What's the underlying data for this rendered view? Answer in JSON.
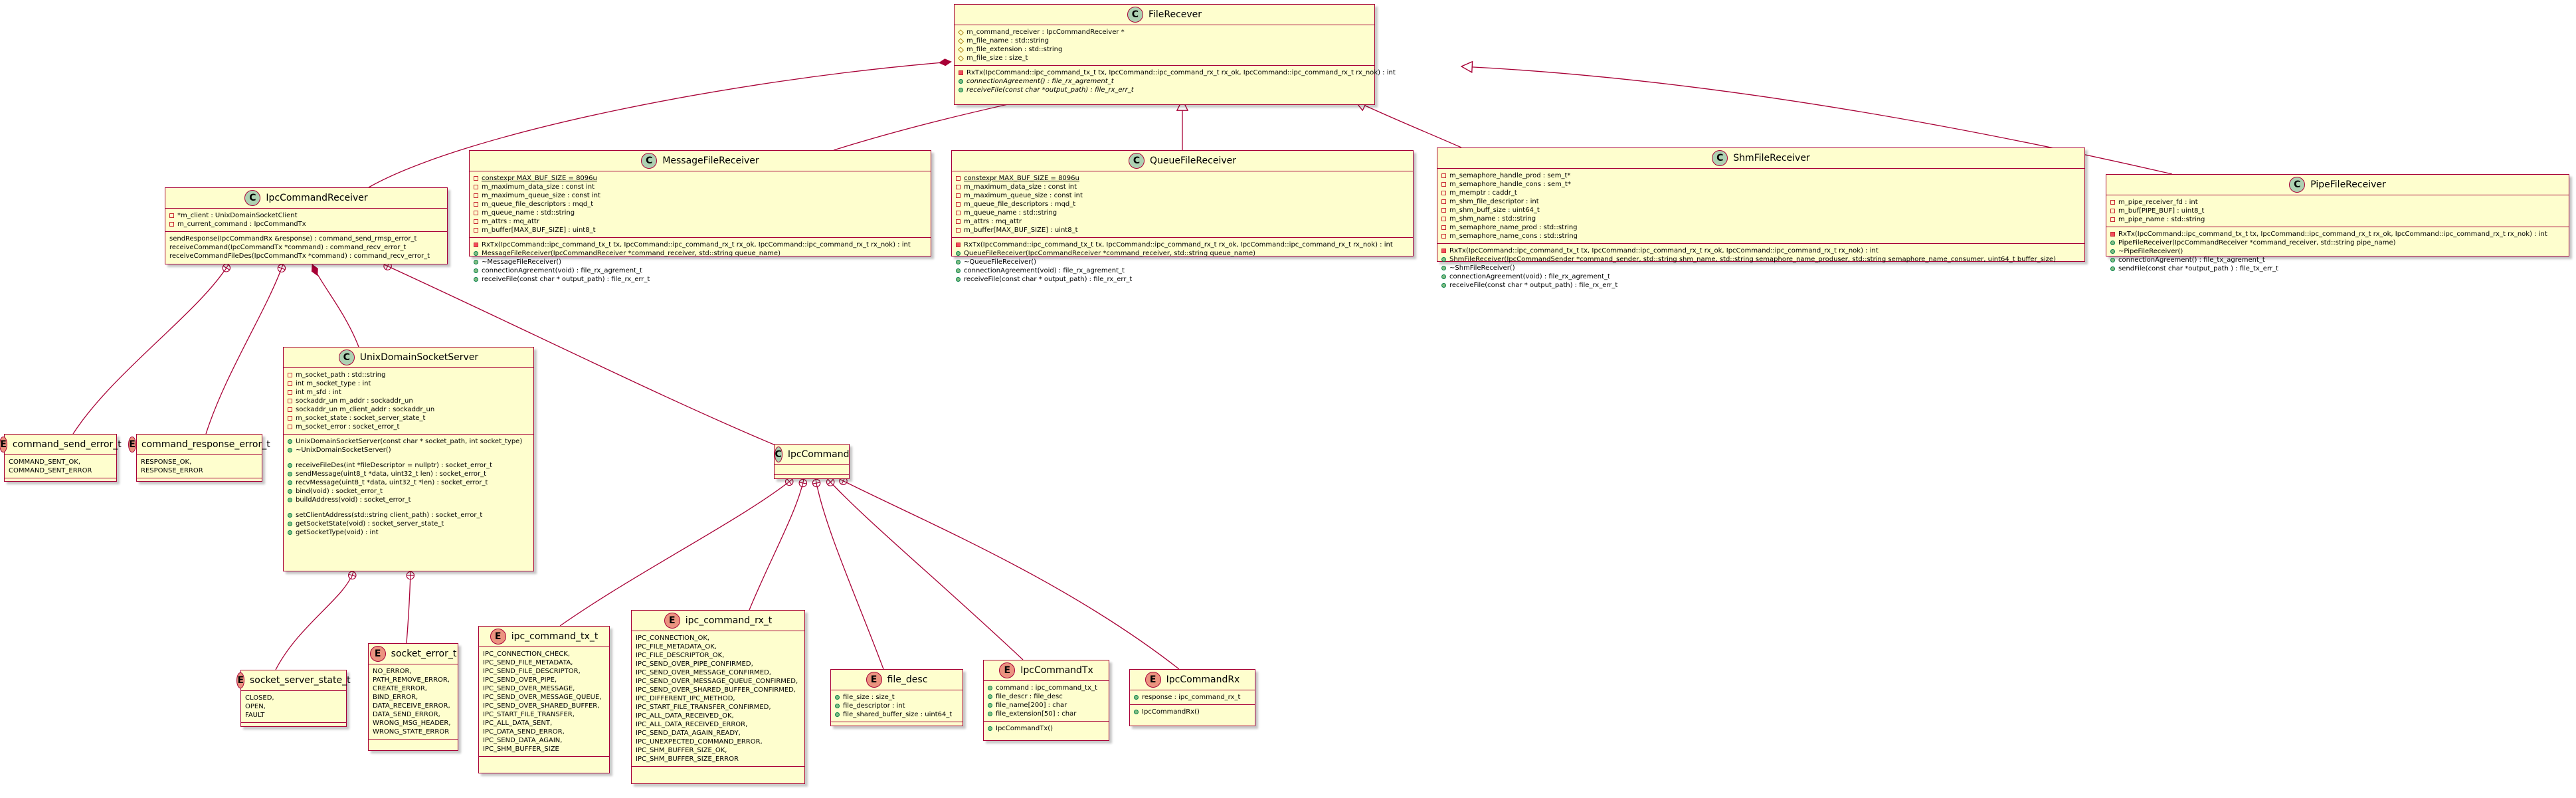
{
  "colors": {
    "border": "#A80036",
    "fill": "#FEFECE",
    "class_badge": "#ADD1B2",
    "enum_badge": "#EB937F"
  },
  "classes": {
    "filerecever": {
      "kind": "C",
      "name": "FileRecever",
      "fields": [
        {
          "v": "prot",
          "t": "m_command_receiver : IpcCommandReceiver *"
        },
        {
          "v": "prot",
          "t": "m_file_name : std::string"
        },
        {
          "v": "prot",
          "t": "m_file_extension : std::string"
        },
        {
          "v": "prot",
          "t": "m_file_size : size_t"
        }
      ],
      "methods": [
        {
          "v": "privm",
          "t": "RxTx(IpcCommand::ipc_command_tx_t tx, IpcCommand::ipc_command_rx_t rx_ok, IpcCommand::ipc_command_rx_t rx_nok) : int"
        },
        {
          "v": "pub",
          "t": "connectionAgreement() : file_rx_agrement_t",
          "i": true
        },
        {
          "v": "pub",
          "t": "receiveFile(const char *output_path) : file_rx_err_t",
          "i": true
        }
      ]
    },
    "ipccommandreceiver": {
      "kind": "C",
      "name": "IpcCommandReceiver",
      "fields": [
        {
          "v": "priv",
          "t": "*m_client : UnixDomainSocketClient"
        },
        {
          "v": "priv",
          "t": "m_current_command : IpcCommandTx"
        }
      ],
      "methods": [
        {
          "v": "none",
          "t": "sendResponse(IpcCommandRx &response) : command_send_rmsp_error_t"
        },
        {
          "v": "none",
          "t": "receiveCommand(IpcCommandTx *command) : command_recv_error_t"
        },
        {
          "v": "none",
          "t": "receiveCommandFileDes(IpcCommandTx *command) : command_recv_error_t"
        }
      ]
    },
    "messagefilereceiver": {
      "kind": "C",
      "name": "MessageFileReceiver",
      "fields": [
        {
          "v": "priv",
          "t": "constexpr MAX_BUF_SIZE = 8096u",
          "u": true
        },
        {
          "v": "priv",
          "t": "m_maximum_data_size : const int"
        },
        {
          "v": "priv",
          "t": "m_maximum_queue_size : const int"
        },
        {
          "v": "priv",
          "t": "m_queue_file_descriptors : mqd_t"
        },
        {
          "v": "priv",
          "t": "m_queue_name : std::string"
        },
        {
          "v": "priv",
          "t": "m_attrs : mq_attr"
        },
        {
          "v": "priv",
          "t": "m_buffer[MAX_BUF_SIZE] : uint8_t"
        }
      ],
      "methods": [
        {
          "v": "privm",
          "t": "RxTx(IpcCommand::ipc_command_tx_t tx, IpcCommand::ipc_command_rx_t rx_ok, IpcCommand::ipc_command_rx_t rx_nok) : int"
        },
        {
          "v": "pub",
          "t": "MessageFileReceiver(IpcCommandReceiver *command_receiver, std::string queue_name)"
        },
        {
          "v": "pub",
          "t": "~MessageFileReceiver()"
        },
        {
          "v": "pub",
          "t": "connectionAgreement(void) : file_rx_agrement_t"
        },
        {
          "v": "pub",
          "t": "receiveFile(const char * output_path) : file_rx_err_t"
        }
      ]
    },
    "queuefilereceiver": {
      "kind": "C",
      "name": "QueueFileReceiver",
      "fields": [
        {
          "v": "priv",
          "t": "constexpr MAX_BUF_SIZE = 8096u",
          "u": true
        },
        {
          "v": "priv",
          "t": "m_maximum_data_size : const int"
        },
        {
          "v": "priv",
          "t": "m_maximum_queue_size : const int"
        },
        {
          "v": "priv",
          "t": "m_queue_file_descriptors : mqd_t"
        },
        {
          "v": "priv",
          "t": "m_queue_name : std::string"
        },
        {
          "v": "priv",
          "t": "m_attrs : mq_attr"
        },
        {
          "v": "priv",
          "t": "m_buffer[MAX_BUF_SIZE] : uint8_t"
        }
      ],
      "methods": [
        {
          "v": "privm",
          "t": "RxTx(IpcCommand::ipc_command_tx_t tx, IpcCommand::ipc_command_rx_t rx_ok, IpcCommand::ipc_command_rx_t rx_nok) : int"
        },
        {
          "v": "pub",
          "t": "QueueFileReceiver(IpcCommandReceiver *command_receiver, std::string queue_name)"
        },
        {
          "v": "pub",
          "t": "~QueueFileReceiver()"
        },
        {
          "v": "pub",
          "t": "connectionAgreement(void) : file_rx_agrement_t"
        },
        {
          "v": "pub",
          "t": "receiveFile(const char * output_path) : file_rx_err_t"
        }
      ]
    },
    "shmfilereceiver": {
      "kind": "C",
      "name": "ShmFileReceiver",
      "fields": [
        {
          "v": "priv",
          "t": "m_semaphore_handle_prod : sem_t*"
        },
        {
          "v": "priv",
          "t": "m_semaphore_handle_cons : sem_t*"
        },
        {
          "v": "priv",
          "t": "m_memptr : caddr_t"
        },
        {
          "v": "priv",
          "t": "m_shm_file_descriptor : int"
        },
        {
          "v": "priv",
          "t": "m_shm_buff_size : uint64_t"
        },
        {
          "v": "priv",
          "t": "m_shm_name : std::string"
        },
        {
          "v": "priv",
          "t": "m_semaphore_name_prod : std::string"
        },
        {
          "v": "priv",
          "t": "m_semaphore_name_cons : std::string"
        }
      ],
      "methods": [
        {
          "v": "privm",
          "t": "RxTx(IpcCommand::ipc_command_tx_t tx, IpcCommand::ipc_command_rx_t rx_ok, IpcCommand::ipc_command_rx_t rx_nok) : int"
        },
        {
          "v": "pub",
          "t": "ShmFileReceiver(IpcCommandSender *command_sender, std::string shm_name, std::string semaphore_name_produser, std::string semaphore_name_consumer, uint64_t buffer_size)"
        },
        {
          "v": "pub",
          "t": "~ShmFileReceiver()"
        },
        {
          "v": "pub",
          "t": "connectionAgreement(void) : file_rx_agrement_t"
        },
        {
          "v": "pub",
          "t": "receiveFile(const char * output_path) : file_rx_err_t"
        }
      ]
    },
    "pipefilereceiver": {
      "kind": "C",
      "name": "PipeFileReceiver",
      "fields": [
        {
          "v": "priv",
          "t": "m_pipe_receiver_fd : int"
        },
        {
          "v": "priv",
          "t": "m_buf[PIPE_BUF] : uint8_t"
        },
        {
          "v": "priv",
          "t": "m_pipe_name : std::string"
        }
      ],
      "methods": [
        {
          "v": "privm",
          "t": "RxTx(IpcCommand::ipc_command_tx_t tx, IpcCommand::ipc_command_rx_t rx_ok, IpcCommand::ipc_command_rx_t rx_nok) : int"
        },
        {
          "v": "pub",
          "t": "PipeFileReceiver(IpcCommandReceiver *command_receiver, std::string pipe_name)"
        },
        {
          "v": "pub",
          "t": "~PipeFileReceiver()"
        },
        {
          "v": "pub",
          "t": "connectionAgreement() : file_tx_agrement_t"
        },
        {
          "v": "pub",
          "t": "sendFile(const char *output_path ) : file_tx_err_t"
        }
      ]
    },
    "unixdomainsocketserver": {
      "kind": "C",
      "name": "UnixDomainSocketServer",
      "fields": [
        {
          "v": "priv",
          "t": "m_socket_path : std::string"
        },
        {
          "v": "priv",
          "t": "int m_socket_type : int"
        },
        {
          "v": "priv",
          "t": "int  m_sfd : int"
        },
        {
          "v": "priv",
          "t": "sockaddr_un m_addr : sockaddr_un"
        },
        {
          "v": "priv",
          "t": "sockaddr_un m_client_addr : sockaddr_un"
        },
        {
          "v": "priv",
          "t": "m_socket_state : socket_server_state_t"
        },
        {
          "v": "priv",
          "t": "m_socket_error : socket_error_t"
        }
      ],
      "methods": [
        {
          "v": "pub",
          "t": "UnixDomainSocketServer(const char * socket_path, int socket_type)"
        },
        {
          "v": "pub",
          "t": "~UnixDomainSocketServer()"
        },
        {
          "v": "gap",
          "t": ""
        },
        {
          "v": "pub",
          "t": "receiveFileDes(int *fileDescriptor = nullptr) : socket_error_t"
        },
        {
          "v": "pub",
          "t": "sendMessage(uint8_t *data, uint32_t len) : socket_error_t"
        },
        {
          "v": "pub",
          "t": "recvMessage(uint8_t *data, uint32_t *len) : socket_error_t"
        },
        {
          "v": "pub",
          "t": "bind(void) : socket_error_t"
        },
        {
          "v": "pub",
          "t": "buildAddress(void) : socket_error_t"
        },
        {
          "v": "gap",
          "t": ""
        },
        {
          "v": "pub",
          "t": "setClientAddress(std::string client_path) : socket_error_t"
        },
        {
          "v": "pub",
          "t": "getSocketState(void) : socket_server_state_t"
        },
        {
          "v": "pub",
          "t": "getSocketType(void) : int"
        }
      ]
    },
    "ipccommand": {
      "kind": "C",
      "name": "IpcCommand",
      "fields": [],
      "methods": []
    },
    "command_send_error_t": {
      "kind": "E",
      "name": "command_send_error_t",
      "fields": [
        {
          "v": "none",
          "t": "COMMAND_SENT_OK,"
        },
        {
          "v": "none",
          "t": "COMMAND_SENT_ERROR"
        }
      ],
      "methods": []
    },
    "command_response_error_t": {
      "kind": "E",
      "name": "command_response_error_t",
      "fields": [
        {
          "v": "none",
          "t": "RESPONSE_OK,"
        },
        {
          "v": "none",
          "t": "RESPONSE_ERROR"
        }
      ],
      "methods": []
    },
    "socket_server_state_t": {
      "kind": "E",
      "name": "socket_server_state_t",
      "fields": [
        {
          "v": "none",
          "t": "CLOSED,"
        },
        {
          "v": "none",
          "t": "OPEN,"
        },
        {
          "v": "none",
          "t": "FAULT"
        }
      ],
      "methods": []
    },
    "socket_error_t": {
      "kind": "E",
      "name": "socket_error_t",
      "fields": [
        {
          "v": "none",
          "t": "NO_ERROR,"
        },
        {
          "v": "none",
          "t": "PATH_REMOVE_ERROR,"
        },
        {
          "v": "none",
          "t": "CREATE_ERROR,"
        },
        {
          "v": "none",
          "t": "BIND_ERROR,"
        },
        {
          "v": "none",
          "t": "DATA_RECEIVE_ERROR,"
        },
        {
          "v": "none",
          "t": "DATA_SEND_ERROR,"
        },
        {
          "v": "none",
          "t": "WRONG_MSG_HEADER,"
        },
        {
          "v": "none",
          "t": "WRONG_STATE_ERROR"
        }
      ],
      "methods": []
    },
    "ipc_command_tx_t": {
      "kind": "E",
      "name": "ipc_command_tx_t",
      "fields": [
        {
          "v": "none",
          "t": "IPC_CONNECTION_CHECK,"
        },
        {
          "v": "none",
          "t": "IPC_SEND_FILE_METADATA,"
        },
        {
          "v": "none",
          "t": "IPC_SEND_FILE_DESCRIPTOR,"
        },
        {
          "v": "none",
          "t": "IPC_SEND_OVER_PIPE,"
        },
        {
          "v": "none",
          "t": "IPC_SEND_OVER_MESSAGE,"
        },
        {
          "v": "none",
          "t": "IPC_SEND_OVER_MESSAGE_QUEUE,"
        },
        {
          "v": "none",
          "t": "IPC_SEND_OVER_SHARED_BUFFER,"
        },
        {
          "v": "none",
          "t": "IPC_START_FILE_TRANSFER,"
        },
        {
          "v": "none",
          "t": "IPC_ALL_DATA_SENT,"
        },
        {
          "v": "none",
          "t": "IPC_DATA_SEND_ERROR,"
        },
        {
          "v": "none",
          "t": "IPC_SEND_DATA_AGAIN,"
        },
        {
          "v": "none",
          "t": "IPC_SHM_BUFFER_SIZE"
        }
      ],
      "methods": []
    },
    "ipc_command_rx_t": {
      "kind": "E",
      "name": "ipc_command_rx_t",
      "fields": [
        {
          "v": "none",
          "t": "IPC_CONNECTION_OK,"
        },
        {
          "v": "none",
          "t": "IPC_FILE_METADATA_OK,"
        },
        {
          "v": "none",
          "t": "IPC_FILE_DESCRIPTOR_OK,"
        },
        {
          "v": "none",
          "t": "IPC_SEND_OVER_PIPE_CONFIRMED,"
        },
        {
          "v": "none",
          "t": "IPC_SEND_OVER_MESSAGE_CONFIRMED,"
        },
        {
          "v": "none",
          "t": "IPC_SEND_OVER_MESSAGE_QUEUE_CONFIRMED,"
        },
        {
          "v": "none",
          "t": "IPC_SEND_OVER_SHARED_BUFFER_CONFIRMED,"
        },
        {
          "v": "none",
          "t": "IPC_DIFFERENT_IPC_METHOD,"
        },
        {
          "v": "none",
          "t": "IPC_START_FILE_TRANSFER_CONFIRMED,"
        },
        {
          "v": "none",
          "t": "IPC_ALL_DATA_RECEIVED_OK,"
        },
        {
          "v": "none",
          "t": "IPC_ALL_DATA_RECEIVED_ERROR,"
        },
        {
          "v": "none",
          "t": "IPC_SEND_DATA_AGAIN_READY,"
        },
        {
          "v": "none",
          "t": "IPC_UNEXPECTED_COMMAND_ERROR,"
        },
        {
          "v": "none",
          "t": "IPC_SHM_BUFFER_SIZE_OK,"
        },
        {
          "v": "none",
          "t": "IPC_SHM_BUFFER_SIZE_ERROR"
        }
      ],
      "methods": []
    },
    "file_desc": {
      "kind": "E",
      "name": "file_desc",
      "fields": [
        {
          "v": "pub",
          "t": "file_size : size_t"
        },
        {
          "v": "pub",
          "t": "file_descriptor : int"
        },
        {
          "v": "pub",
          "t": "file_shared_buffer_size : uint64_t"
        }
      ],
      "methods": []
    },
    "ipccommandtx": {
      "kind": "E",
      "name": "IpcCommandTx",
      "fields": [
        {
          "v": "pub",
          "t": "command : ipc_command_tx_t"
        },
        {
          "v": "pub",
          "t": "file_descr : file_desc"
        },
        {
          "v": "pub",
          "t": "file_name[200] : char"
        },
        {
          "v": "pub",
          "t": "file_extension[50] : char"
        }
      ],
      "methods": [
        {
          "v": "pub",
          "t": "IpcCommandTx()"
        }
      ]
    },
    "ipccommandrx": {
      "kind": "E",
      "name": "IpcCommandRx",
      "fields": [
        {
          "v": "pub",
          "t": "response : ipc_command_rx_t"
        }
      ],
      "methods": [
        {
          "v": "pub",
          "t": "IpcCommandRx()"
        }
      ]
    }
  }
}
